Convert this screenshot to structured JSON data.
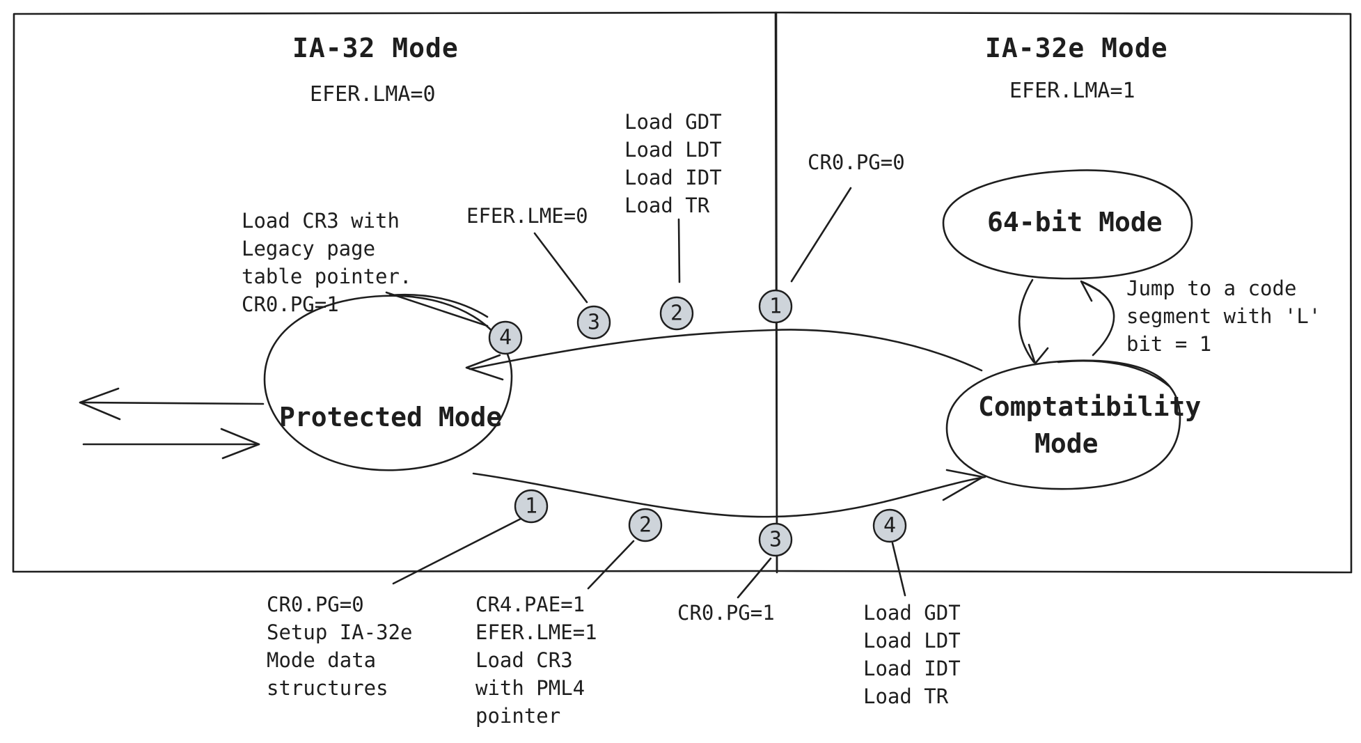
{
  "regions": {
    "ia32": {
      "title": "IA-32 Mode",
      "subtitle": "EFER.LMA=0"
    },
    "ia32e": {
      "title": "IA-32e Mode",
      "subtitle": "EFER.LMA=1"
    }
  },
  "states": {
    "protected": "Protected Mode",
    "sixtyfour": "64-bit Mode",
    "compat_line1": "Comptatibility",
    "compat_line2": "Mode"
  },
  "upper_path": {
    "step1": {
      "num": "1",
      "lines": [
        "CR0.PG=0"
      ]
    },
    "step2": {
      "num": "2",
      "lines": [
        "Load GDT",
        "Load LDT",
        "Load IDT",
        "Load TR"
      ]
    },
    "step3": {
      "num": "3",
      "lines": [
        "EFER.LME=0"
      ]
    },
    "step4": {
      "num": "4",
      "lines": [
        "Load CR3 with",
        "Legacy page",
        "table pointer.",
        "CR0.PG=1"
      ]
    }
  },
  "lower_path": {
    "step1": {
      "num": "1",
      "lines": [
        "CR0.PG=0",
        "Setup IA-32e",
        "Mode data",
        "structures"
      ]
    },
    "step2": {
      "num": "2",
      "lines": [
        "CR4.PAE=1",
        "EFER.LME=1",
        "Load CR3",
        "with PML4",
        "pointer"
      ]
    },
    "step3": {
      "num": "3",
      "lines": [
        "CR0.PG=1"
      ]
    },
    "step4": {
      "num": "4",
      "lines": [
        "Load GDT",
        "Load LDT",
        "Load IDT",
        "Load TR"
      ]
    }
  },
  "jump_note": {
    "lines": [
      "Jump to a code",
      "segment with 'L'",
      "bit = 1"
    ]
  },
  "colors": {
    "badge_fill": "#ced4da",
    "ink": "#1e1e1e"
  }
}
